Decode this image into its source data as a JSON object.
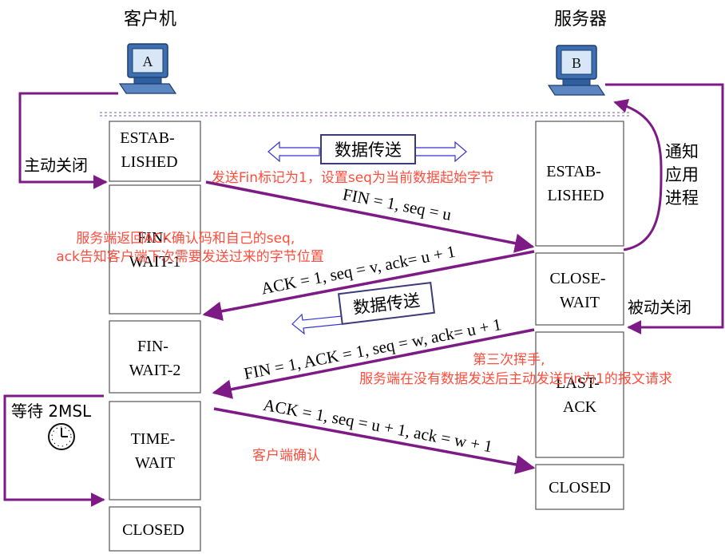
{
  "client": {
    "title": "客户机",
    "computer_letter": "A",
    "action_label": "主动关闭",
    "states": [
      "ESTAB-\nLISHED",
      "FIN-\nWAIT-1",
      "FIN-\nWAIT-2",
      "TIME-\nWAIT",
      "CLOSED"
    ],
    "wait_label": "等待 2MSL",
    "icons": {
      "computer": "computer-icon",
      "clock": "clock-icon"
    }
  },
  "server": {
    "title": "服务器",
    "computer_letter": "B",
    "notify_label": "通知\n应用\n进程",
    "action_label": "被动关闭",
    "states": [
      "ESTAB-\nLISHED",
      "CLOSE-\nWAIT",
      "LAST-\nACK",
      "CLOSED"
    ],
    "icons": {
      "computer": "computer-icon"
    }
  },
  "data_transfer": {
    "label_1": "数据传送",
    "label_2": "数据传送"
  },
  "messages": [
    "FIN = 1, seq = u",
    "ACK = 1, seq = v, ack= u + 1",
    "FIN = 1, ACK = 1, seq = w, ack= u + 1",
    "ACK = 1, seq = u + 1, ack = w + 1"
  ],
  "annotations": [
    "发送Fin标记为1，设置seq为当前数据起始字节",
    "服务端返回ACK确认码和自己的seq,\nack告知客户端下次需要发送过来的字节位置",
    "第三次挥手,\n服务端在没有数据发送后主动发送Fin为1的报文请求",
    "客户端确认"
  ],
  "colors": {
    "arrow": "#7d1a86",
    "annotation": "#ff4d3d",
    "computer": "#2f5f9e",
    "box_border": "#555555",
    "data_arrow": "#3333cc"
  }
}
